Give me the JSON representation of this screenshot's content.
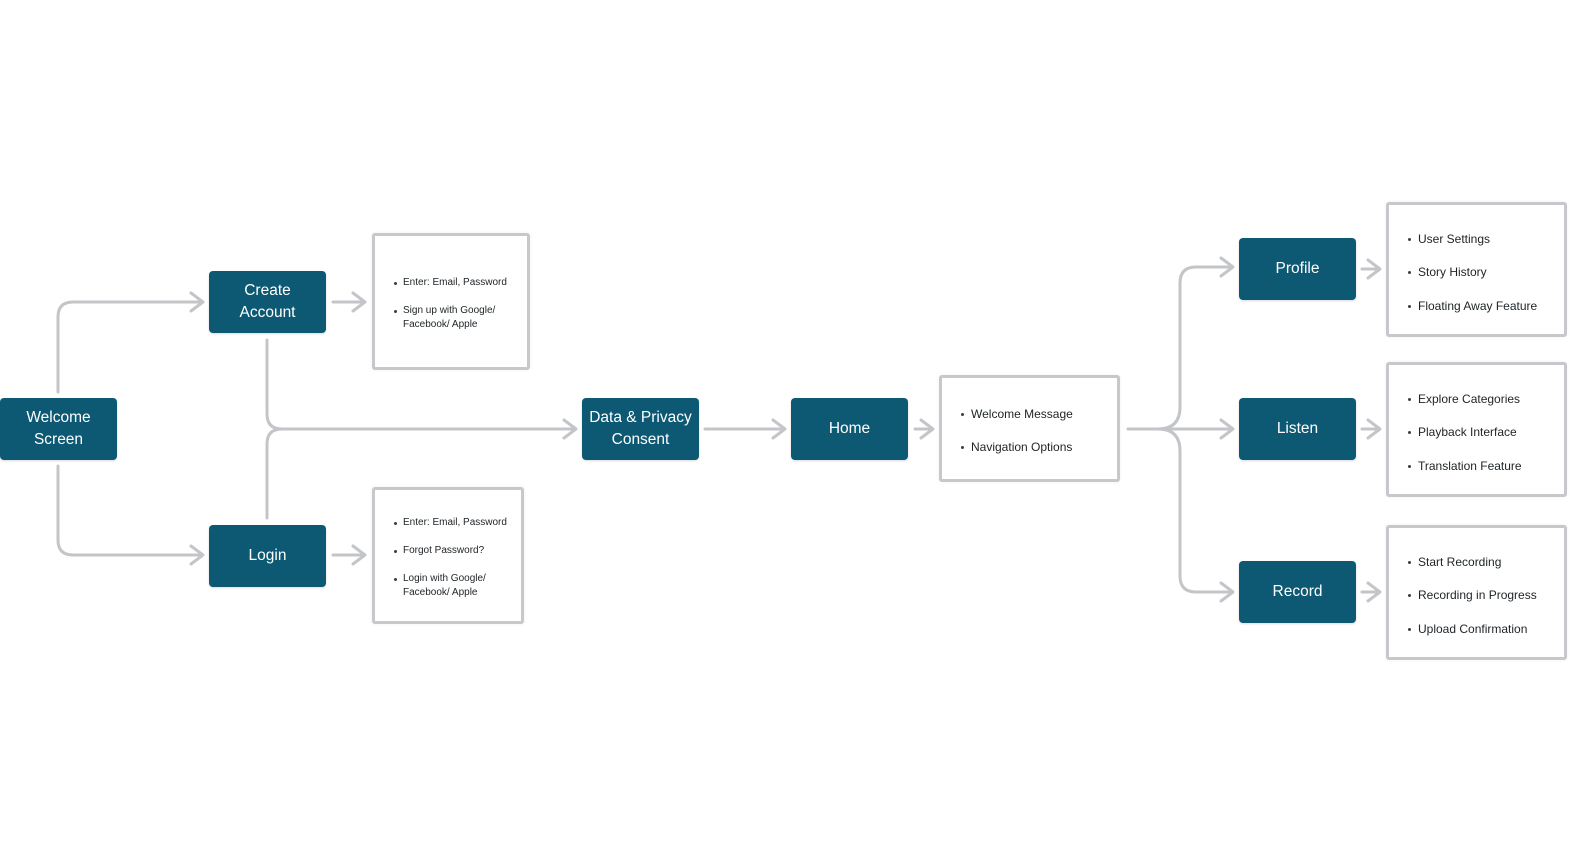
{
  "nodes": {
    "welcome": "Welcome Screen",
    "create_account": "Create Account",
    "login": "Login",
    "data_privacy": "Data & Privacy Consent",
    "home": "Home",
    "profile": "Profile",
    "listen": "Listen",
    "record": "Record"
  },
  "cards": {
    "create_account": [
      "Enter: Email, Password",
      "Sign up with Google/ Facebook/ Apple"
    ],
    "login": [
      "Enter: Email, Password",
      "Forgot Password?",
      "Login with Google/ Facebook/ Apple"
    ],
    "home": [
      "Welcome Message",
      "Navigation Options"
    ],
    "profile": [
      "User Settings",
      "Story History",
      "Floating Away Feature"
    ],
    "listen": [
      "Explore Categories",
      "Playback Interface",
      "Translation Feature"
    ],
    "record": [
      "Start Recording",
      "Recording in Progress",
      "Upload Confirmation"
    ]
  },
  "colors": {
    "node_fill": "#0d5873",
    "node_text": "#ffffff",
    "connector": "#c3c5c8",
    "card_border": "#c6c8cb"
  }
}
